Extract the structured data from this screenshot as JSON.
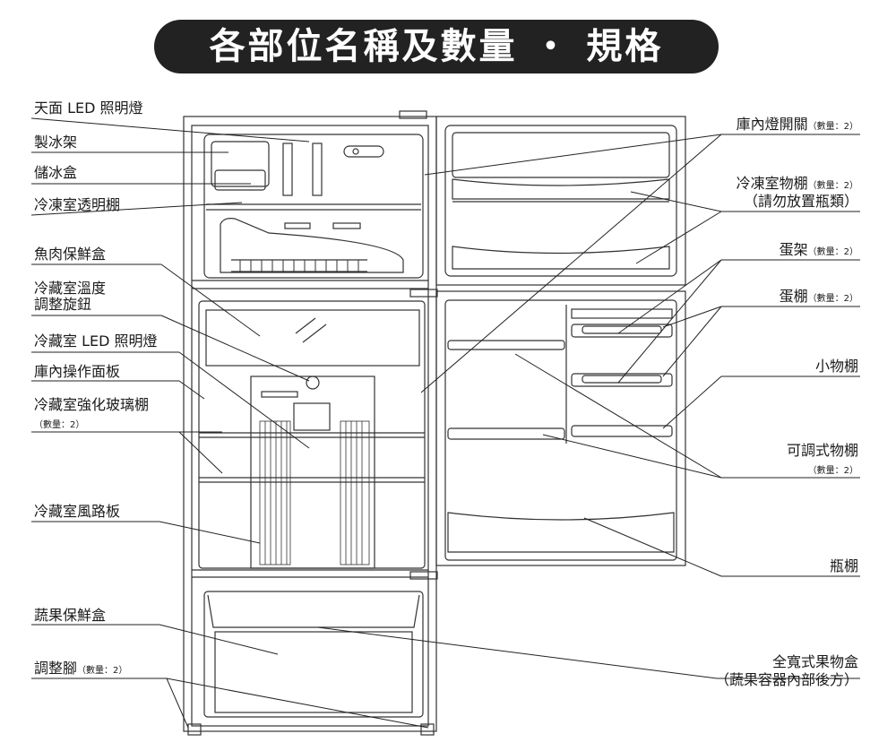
{
  "title": "各部位名稱及數量 ・ 規格",
  "left_labels": [
    {
      "id": "ceiling-led",
      "text": "天面 LED 照明燈",
      "qty": ""
    },
    {
      "id": "ice-maker",
      "text": "製冰架",
      "qty": ""
    },
    {
      "id": "ice-box",
      "text": "儲冰盒",
      "qty": ""
    },
    {
      "id": "freezer-clear-shelf",
      "text": "冷凍室透明棚",
      "qty": ""
    },
    {
      "id": "meat-fish-box",
      "text": "魚肉保鮮盒",
      "qty": ""
    },
    {
      "id": "temp-knob",
      "text": "冷藏室溫度\n調整旋鈕",
      "qty": ""
    },
    {
      "id": "fridge-led",
      "text": "冷藏室 LED 照明燈",
      "qty": ""
    },
    {
      "id": "control-panel",
      "text": "庫內操作面板",
      "qty": ""
    },
    {
      "id": "glass-shelf",
      "text": "冷藏室強化玻璃棚",
      "qty": "（數量：2）"
    },
    {
      "id": "air-duct",
      "text": "冷藏室風路板",
      "qty": ""
    },
    {
      "id": "veg-box",
      "text": "蔬果保鮮盒",
      "qty": ""
    },
    {
      "id": "adjust-foot",
      "text": "調整腳",
      "qty": "（數量：2）"
    }
  ],
  "right_labels": [
    {
      "id": "door-switch",
      "text": "庫內燈開關",
      "qty": "（數量：2）",
      "sub": ""
    },
    {
      "id": "freezer-door-shelf",
      "text": "冷凍室物棚",
      "qty": "（數量：2）",
      "sub": "（請勿放置瓶類）"
    },
    {
      "id": "egg-rack",
      "text": "蛋架",
      "qty": "（數量：2）",
      "sub": ""
    },
    {
      "id": "egg-shelf",
      "text": "蛋棚",
      "qty": "（數量：2）",
      "sub": ""
    },
    {
      "id": "small-shelf",
      "text": "小物棚",
      "qty": "",
      "sub": ""
    },
    {
      "id": "adjustable-shelf",
      "text": "可調式物棚",
      "qty": "",
      "sub": "（數量：2）"
    },
    {
      "id": "bottle-shelf",
      "text": "瓶棚",
      "qty": "",
      "sub": ""
    },
    {
      "id": "fruit-box",
      "text": "全寬式果物盒",
      "qty": "",
      "sub": "（蔬果容器內部後方）"
    }
  ]
}
